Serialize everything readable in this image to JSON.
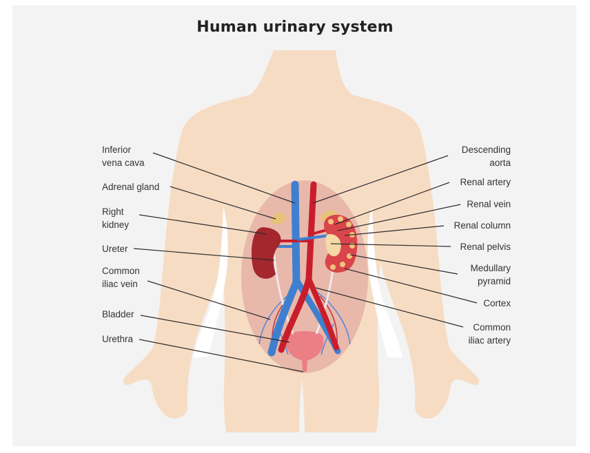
{
  "title": "Human urinary system",
  "labels_left": [
    {
      "id": "inferior-vena-cava",
      "lines": [
        "Inferior",
        "vena cava"
      ]
    },
    {
      "id": "adrenal-gland",
      "lines": [
        "Adrenal gland"
      ]
    },
    {
      "id": "right-kidney",
      "lines": [
        "Right",
        "kidney"
      ]
    },
    {
      "id": "ureter",
      "lines": [
        "Ureter"
      ]
    },
    {
      "id": "common-iliac-vein",
      "lines": [
        "Common",
        "iliac vein"
      ]
    },
    {
      "id": "bladder",
      "lines": [
        "Bladder"
      ]
    },
    {
      "id": "urethra",
      "lines": [
        "Urethra"
      ]
    }
  ],
  "labels_right": [
    {
      "id": "descending-aorta",
      "lines": [
        "Descending",
        "aorta"
      ]
    },
    {
      "id": "renal-artery",
      "lines": [
        "Renal artery"
      ]
    },
    {
      "id": "renal-vein",
      "lines": [
        "Renal vein"
      ]
    },
    {
      "id": "renal-column",
      "lines": [
        "Renal column"
      ]
    },
    {
      "id": "renal-pelvis",
      "lines": [
        "Renal pelvis"
      ]
    },
    {
      "id": "medullary-pyramid",
      "lines": [
        "Medullary",
        "pyramid"
      ]
    },
    {
      "id": "cortex",
      "lines": [
        "Cortex"
      ]
    },
    {
      "id": "common-iliac-artery",
      "lines": [
        "Common",
        "iliac artery"
      ]
    }
  ],
  "colors": {
    "skin": "#f7dcc4",
    "abdomen": "#e8b8ab",
    "vein": "#3f7fd0",
    "artery": "#c81e2c",
    "kidney_right": "#a3272d",
    "kidney_left": "#d9454a",
    "bladder": "#ea7f86",
    "adrenal": "#e8c27a",
    "pelvis": "#f5d9a6",
    "leader_line": "#2a2a2a"
  }
}
